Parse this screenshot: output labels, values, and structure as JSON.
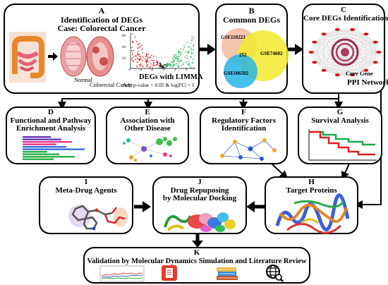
{
  "panel_a": {
    "letter": "A",
    "title_line1": "Identification of DEGs",
    "title_line2": "Case: Colorectal Cancer",
    "normal_label": "Normal",
    "cancer_label": "Colorectal Cancer",
    "volcano_xticks": [
      "-6",
      "-4",
      "-2",
      "0",
      "2",
      "4"
    ],
    "volcano_yticks": [
      "20",
      "40",
      "60"
    ],
    "volcano_title": "DEGs with LIMMA",
    "volcano_caption": "Adj. p-value < 0.05 & log|FC| < 1"
  },
  "panel_b": {
    "letter": "B",
    "title": "Common DEGs",
    "set1": "GSE110223",
    "set2": "GSE74602",
    "set3": "GSE106582",
    "intersection": "252"
  },
  "panel_c": {
    "letter": "C",
    "title": "Core DEGs Identification",
    "core_gene_label": "Core Gene",
    "network_label": "PPI Network"
  },
  "panel_d": {
    "letter": "D",
    "title_line1": "Functional and Pathway",
    "title_line2": "Enrichment Analysis"
  },
  "panel_e": {
    "letter": "E",
    "title_line1": "Association with",
    "title_line2": "Other Disease"
  },
  "panel_f": {
    "letter": "F",
    "title_line1": "Regulatory Factors",
    "title_line2": "Identification"
  },
  "panel_g": {
    "letter": "G",
    "title": "Survival Analysis"
  },
  "panel_h": {
    "letter": "H",
    "title": "Target Proteins"
  },
  "panel_i": {
    "letter": "I",
    "title": "Meta-Drug Agents"
  },
  "panel_j": {
    "letter": "J",
    "title_line1": "Drug Repuposing",
    "title_line2": "by Molecular Docking"
  },
  "panel_k": {
    "letter": "K",
    "title": "Validation by Molecular Dynamics Simulation and Literature  Review"
  },
  "colors": {
    "venn_pink": "#f4b9a0",
    "venn_yellow": "#f2ea2c",
    "venn_blue": "#27b5e8",
    "survival_red": "#e02020",
    "survival_green": "#1aa84a",
    "volcano_red": "#e01818",
    "volcano_green": "#16b04a"
  }
}
